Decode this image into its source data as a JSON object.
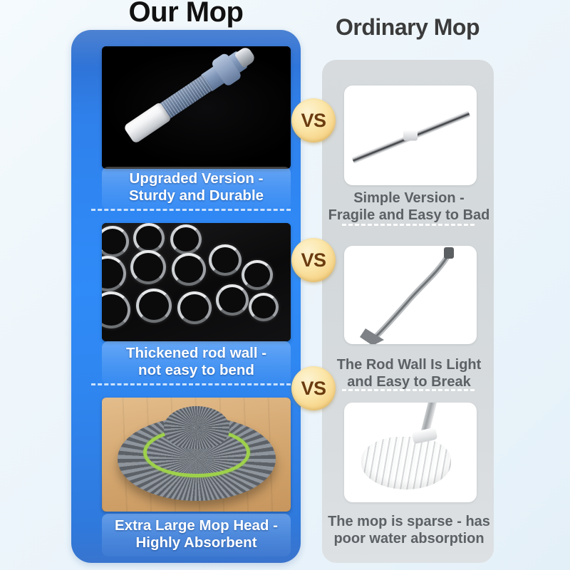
{
  "headings": {
    "ours": "Our Mop",
    "ordinary": "Ordinary Mop"
  },
  "badges": {
    "vs_label": "VS",
    "vs_color": "#f6d489",
    "vs_text_color": "#6b3c10"
  },
  "colors": {
    "panel_ours": "#2f86f2",
    "panel_ordinary": "#d7dbdd",
    "caption_ours_text": "#ffffff",
    "caption_ordinary_text": "#5c6166",
    "background": "#eef6fb"
  },
  "comparisons": [
    {
      "ours": {
        "caption_line1": "Upgraded Version -",
        "caption_line2": "Sturdy and Durable",
        "image_name": "mop-handle-connector-photo"
      },
      "ordinary": {
        "caption_line1": "Simple Version -",
        "caption_line2": "Fragile and Easy to Bad",
        "image_name": "thin-metal-rod-photo"
      }
    },
    {
      "ours": {
        "caption_line1": "Thickened rod wall -",
        "caption_line2": "not easy to bend",
        "image_name": "steel-tubes-stack-photo"
      },
      "ordinary": {
        "caption_line1": "The Rod Wall Is Light",
        "caption_line2": "and Easy to Break",
        "image_name": "bent-metal-rod-photo"
      }
    },
    {
      "ours": {
        "caption_line1": "Extra Large Mop Head -",
        "caption_line2": "Highly Absorbent",
        "image_name": "large-gray-mop-head-photo"
      },
      "ordinary": {
        "caption_line1": "The mop is sparse - has",
        "caption_line2": "poor water absorption",
        "image_name": "white-string-mop-photo"
      }
    }
  ]
}
